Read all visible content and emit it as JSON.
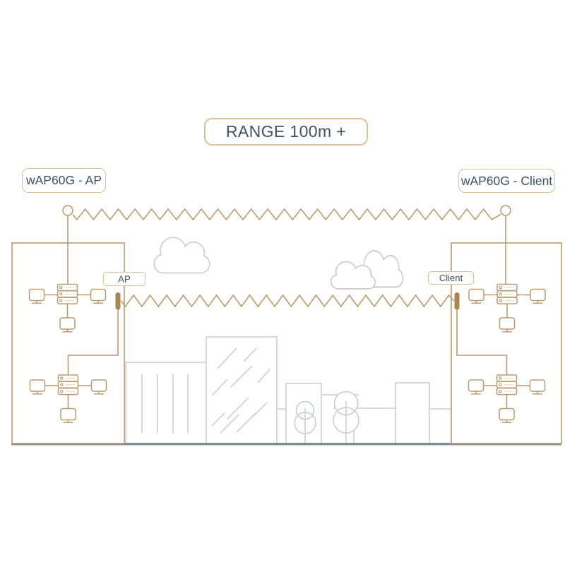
{
  "diagram": {
    "title": "RANGE 100m +",
    "left_device": {
      "label": "wAP60G - AP",
      "role": "AP"
    },
    "right_device": {
      "label": "wAP60G - Client",
      "role": "Client"
    }
  },
  "labels": {
    "range": "RANGE 100m +",
    "ap_device": "wAP60G - AP",
    "client_device": "wAP60G - Client",
    "ap_short": "AP",
    "client_short": "Client"
  },
  "icons": {
    "signal": "zigzag-signal-icon",
    "antenna": "antenna-icon",
    "node": "node-circle-icon",
    "server": "server-icon",
    "monitor": "monitor-icon",
    "cloud": "cloud-icon",
    "tree": "tree-icon",
    "building": "building-icon"
  },
  "colors": {
    "background": "#ffffff",
    "line_tan": "#bb9b71",
    "box_border_tan": "#d8c299",
    "antenna_fill": "#a9854f",
    "unit_detail": "#e6dcc6",
    "text": "#3e5263",
    "city_gray": "#c8ccce",
    "ground": "#5d6b75",
    "ground_light": "#c3d7dd"
  }
}
